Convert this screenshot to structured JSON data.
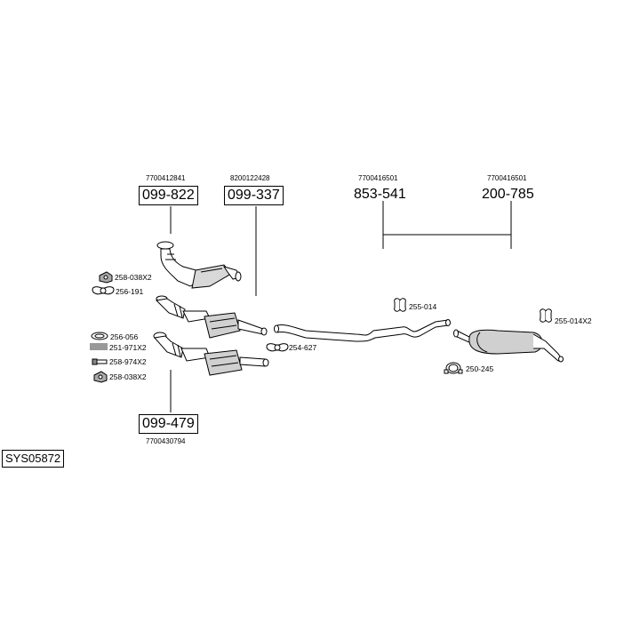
{
  "system_code": "SYS05872",
  "parts": [
    {
      "id": "p1",
      "number": "099-822",
      "oem": "7700412841",
      "boxed": true
    },
    {
      "id": "p2",
      "number": "099-337",
      "oem": "8200122428",
      "boxed": true
    },
    {
      "id": "p3",
      "number": "853-541",
      "oem": "7700416501",
      "boxed": false
    },
    {
      "id": "p4",
      "number": "200-785",
      "oem": "7700416501",
      "boxed": false
    },
    {
      "id": "p5",
      "number": "099-479",
      "oem": "7700430794",
      "boxed": true
    }
  ],
  "accessories": [
    {
      "id": "a1",
      "code": "258-038X2",
      "icon": "nut-icon"
    },
    {
      "id": "a2",
      "code": "256-191",
      "icon": "gasket-icon"
    },
    {
      "id": "a3",
      "code": "256-056",
      "icon": "ring-gasket-icon"
    },
    {
      "id": "a4",
      "code": "251-971X2",
      "icon": "spring-icon"
    },
    {
      "id": "a5",
      "code": "258-974X2",
      "icon": "bolt-icon"
    },
    {
      "id": "a6",
      "code": "258-038X2",
      "icon": "nut-icon"
    },
    {
      "id": "a7",
      "code": "254-627",
      "icon": "flange-gasket-icon"
    },
    {
      "id": "a8",
      "code": "255-014",
      "icon": "rubber-hanger-icon"
    },
    {
      "id": "a9",
      "code": "250-245",
      "icon": "pipe-clamp-icon"
    },
    {
      "id": "a10",
      "code": "255-014X2",
      "icon": "rubber-hanger-icon"
    }
  ],
  "colors": {
    "line": "#000000",
    "part_fill": "#ffffff",
    "part_shade": "#c8c8c8"
  }
}
